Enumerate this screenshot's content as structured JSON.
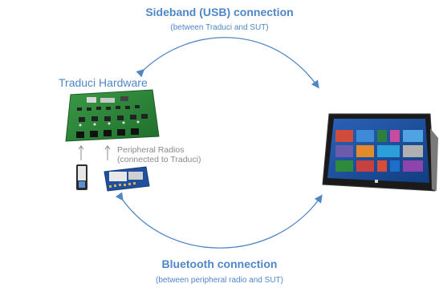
{
  "top": {
    "title": "Sideband (USB) connection",
    "subtitle": "(between Traduci and SUT)"
  },
  "hardware": {
    "label": "Traduci Hardware"
  },
  "radios": {
    "label_line1": "Peripheral Radios",
    "label_line2": "(connected to Traduci)"
  },
  "bottom": {
    "title": "Bluetooth connection",
    "subtitle": "(between peripheral radio and SUT)"
  },
  "colors": {
    "accent": "#4f86c6",
    "board_green": "#2f8a3b",
    "tablet_screen": "#1b4e9c"
  }
}
